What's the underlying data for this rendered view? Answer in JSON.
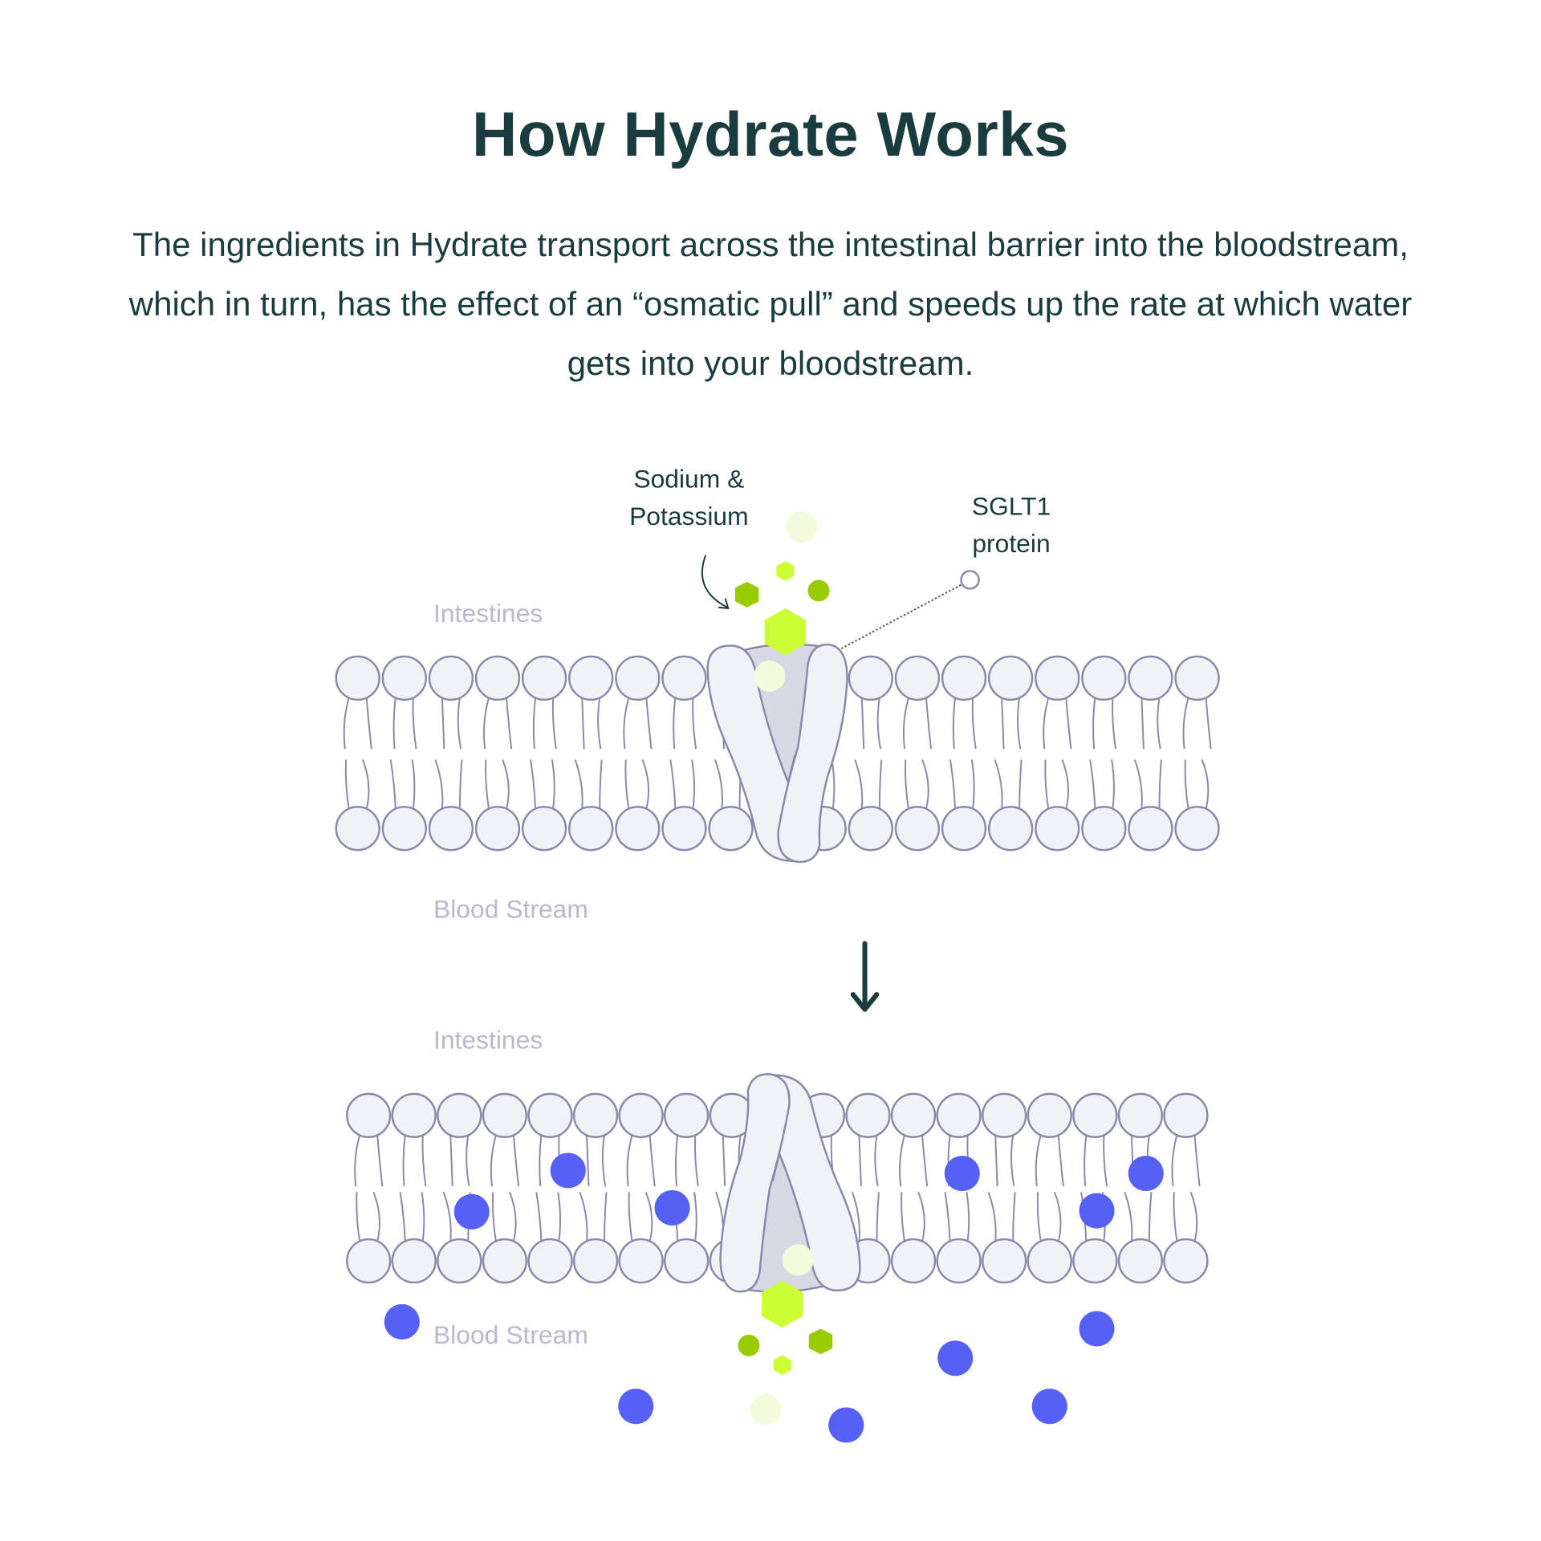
{
  "title": "How Hydrate Works",
  "description": "The ingredients in Hydrate transport across the intestinal barrier into the bloodstream, which in turn, has the effect of an “osmatic pull” and speeds up the rate at which water gets into your bloodstream.",
  "diagram": {
    "top": {
      "upper_label": "Intestines",
      "lower_label": "Blood Stream"
    },
    "bottom": {
      "upper_label": "Intestines",
      "lower_label": "Blood Stream"
    },
    "callout_minerals": {
      "line1": "Sodium &",
      "line2": "Potassium"
    },
    "callout_protein": {
      "line1": "SGLT1",
      "line2": "protein"
    }
  },
  "colors": {
    "text": "#1b3c3f",
    "muted_label": "#b9b8cf",
    "lipid_fill": "#f1f1f8",
    "lipid_stroke": "#8a88a8",
    "protein_core": "#d7d8e3",
    "protein_dark": "#8081aa",
    "water": "#5560f5",
    "hex_bright": "#ccff33",
    "hex_dark": "#99cc00",
    "pale": "#f3fbdc"
  }
}
